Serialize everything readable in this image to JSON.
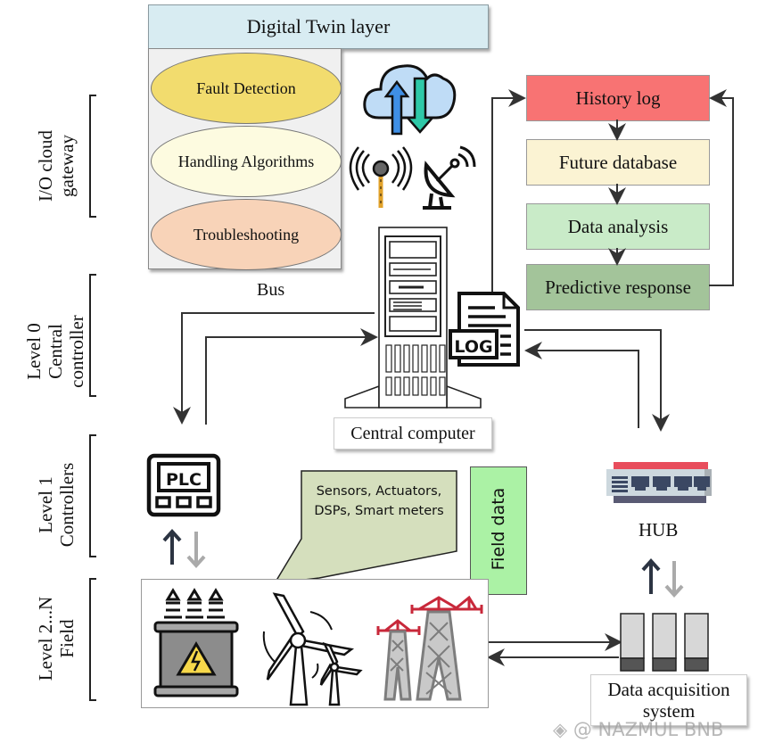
{
  "layers": {
    "io_cloud": {
      "line1": "I/O cloud",
      "line2": "gateway"
    },
    "level0": {
      "line1": "Level 0",
      "line2": "Central",
      "line3": "controller"
    },
    "level1": {
      "line1": "Level 1",
      "line2": "Controllers"
    },
    "level2": {
      "line1": "Level 2...N",
      "line2": "Field"
    }
  },
  "digital_twin": {
    "title": "Digital Twin layer",
    "functions": [
      {
        "label": "Fault Detection",
        "color": "#f2dc6e"
      },
      {
        "label": "Handling Algorithms",
        "color": "#fdfbe0"
      },
      {
        "label": "Troubleshooting",
        "color": "#f8d3b8"
      }
    ]
  },
  "data_flow": [
    {
      "label": "History log",
      "color": "#f87373"
    },
    {
      "label": "Future database",
      "color": "#fbf3d3"
    },
    {
      "label": "Data analysis",
      "color": "#c9ebc8"
    },
    {
      "label": "Predictive response",
      "color": "#a3c49a"
    }
  ],
  "bus_label": "Bus",
  "central_computer_label": "Central computer",
  "log_icon_text": "LOG",
  "plc_icon_text": "PLC",
  "callout": {
    "line1": "Sensors, Actuators,",
    "line2": "DSPs, Smart meters"
  },
  "field_data_label": "Field data",
  "hub_label": "HUB",
  "daq_label": {
    "line1": "Data acquisition",
    "line2": "system"
  },
  "watermark": "@ NAZMUL BNB",
  "icons": [
    "cloud-sync-icon",
    "antenna-icon",
    "satellite-dish-icon",
    "server-tower-icon",
    "log-file-icon",
    "plc-icon",
    "transformer-icon",
    "wind-turbine-icon",
    "transmission-tower-icon",
    "network-hub-icon",
    "data-server-icon"
  ]
}
